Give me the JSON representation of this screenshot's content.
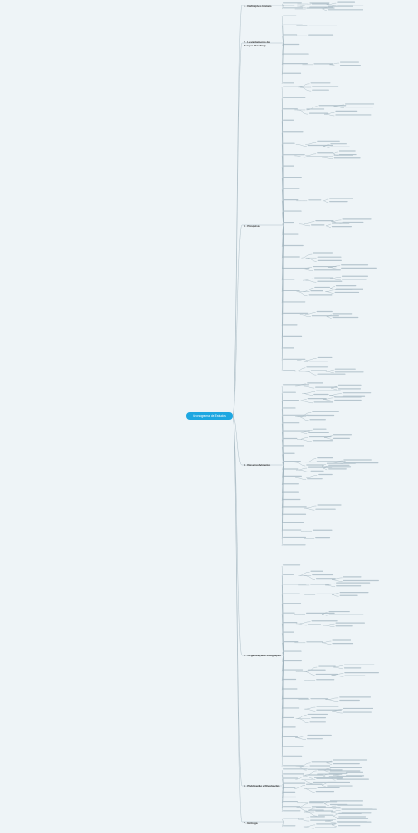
{
  "root": {
    "label": "Cronograma de Estudos"
  },
  "sections": [
    {
      "id": "s1",
      "label": "1 - Definições Iniciais"
    },
    {
      "id": "s2",
      "label": "2 - Levantamento de Porque (Briefing)"
    },
    {
      "id": "s3",
      "label": "3 - Pesquisa"
    },
    {
      "id": "s4",
      "label": "4 - Desenvolvimento"
    },
    {
      "id": "s5",
      "label": "5 - Organização e Integração"
    },
    {
      "id": "s6",
      "label": "6 - Publicação e Divulgação"
    },
    {
      "id": "s7",
      "label": "7 - Entrega"
    }
  ],
  "colors": {
    "root": "#1ea7e1",
    "line": "#9fb2bd",
    "text": "#444444",
    "background": "#eef4f7"
  }
}
